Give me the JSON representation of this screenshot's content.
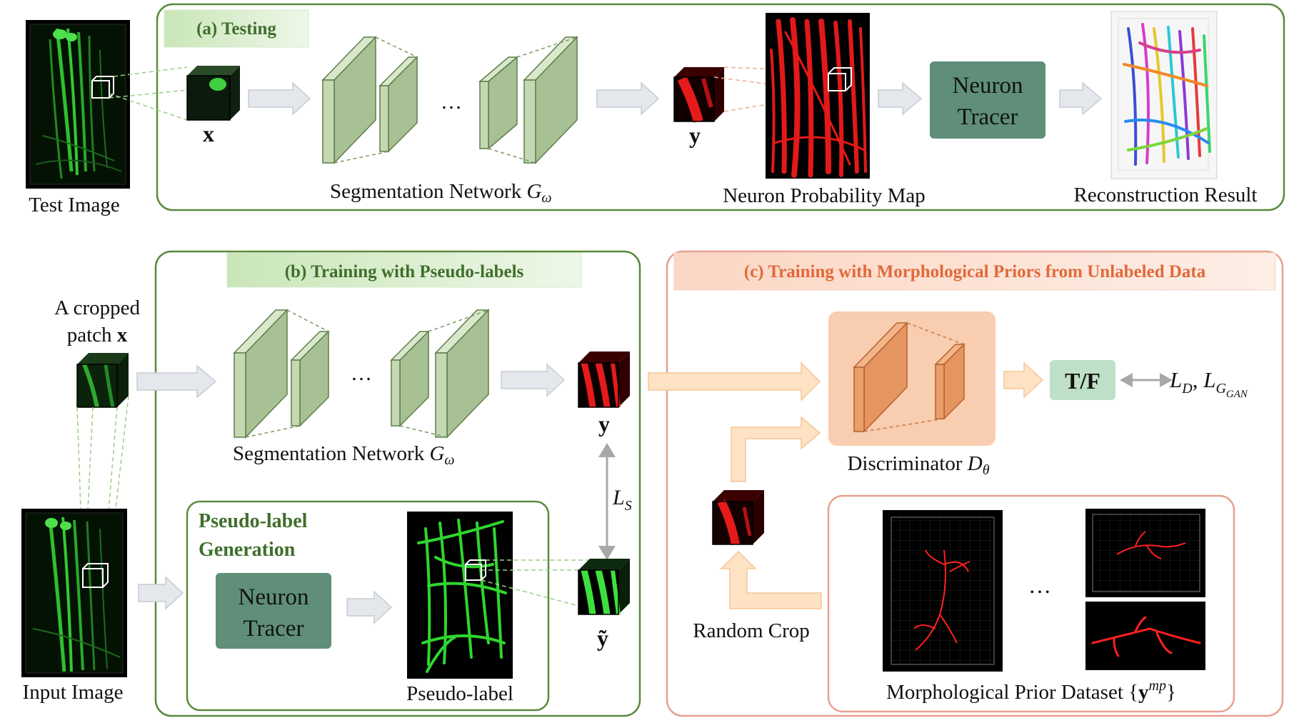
{
  "panels": {
    "testing": {
      "title": "(a) Testing"
    },
    "pseudo": {
      "title": "(b) Training with Pseudo-labels"
    },
    "priors": {
      "title": "(c) Training with Morphological Priors from Unlabeled Data"
    },
    "generation": {
      "title_line1": "Pseudo-label",
      "title_line2": "Generation"
    }
  },
  "labels": {
    "test_image": "Test Image",
    "x": "x",
    "y": "y",
    "y_tilde": "ỹ",
    "ellipsis": "…",
    "seg_network": "Segmentation Network",
    "seg_symbol": "G",
    "seg_sub": "ω",
    "prob_map": "Neuron Probability Map",
    "recon": "Reconstruction Result",
    "tracer_line1": "Neuron",
    "tracer_line2": "Tracer",
    "cropped_line1": "A cropped",
    "cropped_line2": "patch",
    "input_image": "Input Image",
    "pseudo_label": "Pseudo-label",
    "ls_symbol": "L",
    "ls_sub": "S",
    "tf": "T/F",
    "loss_ld": "L",
    "loss_ld_sub": "D",
    "loss_comma": ", ",
    "loss_lg": "L",
    "loss_lg_sub": "G",
    "loss_lg_subsub": "GAN",
    "discriminator": "Discriminator",
    "disc_symbol": "D",
    "disc_sub": "θ",
    "random_crop": "Random Crop",
    "prior_dataset": "Morphological Prior Dataset {",
    "prior_y": "y",
    "prior_sup": "mp",
    "prior_close": "}"
  },
  "colors": {
    "green_border": "#5a8a3c",
    "orange_border": "#e8a090",
    "tracer_fill": "#5f8f79",
    "title_green": "#3f6f2c",
    "title_orange": "#e2693a",
    "layer_green": "#b9cfa8",
    "layer_orange": "#e89a64",
    "arrow_gray": "#e4e8ec",
    "arrow_orange": "#fde2c4",
    "tf_fill": "#bfe0c6"
  }
}
